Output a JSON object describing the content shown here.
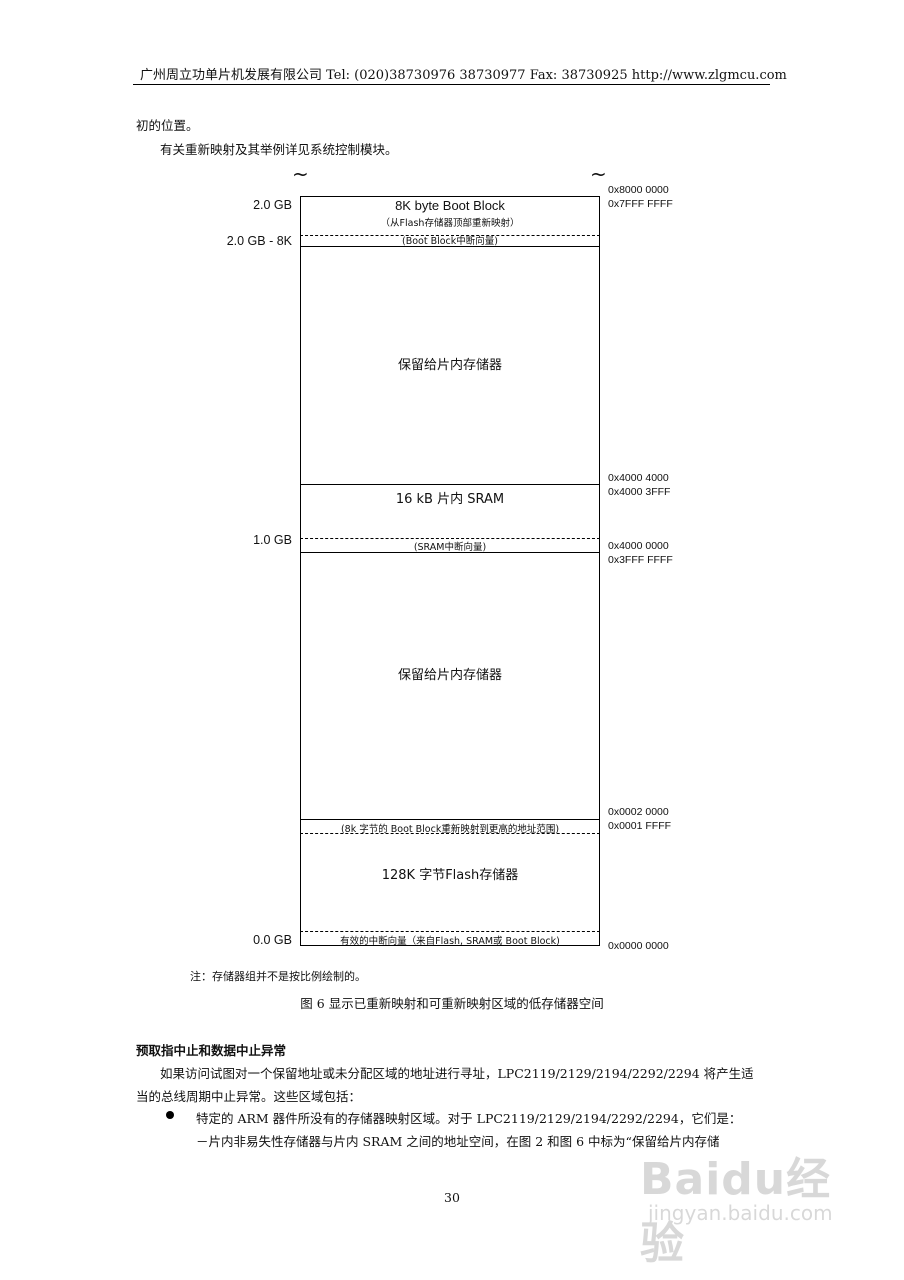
{
  "header": {
    "text": "广州周立功单片机发展有限公司  Tel: (020)38730976    38730977    Fax: 38730925    http://www.zlgmcu.com"
  },
  "intro": {
    "line1": "初的位置。",
    "line2": "有关重新映射及其举例详见系统控制模块。"
  },
  "diagram": {
    "left_labels": {
      "gb2": "2.0 GB",
      "gb2_8k": "2.0 GB - 8K",
      "gb1": "1.0 GB",
      "gb0": "0.0 GB"
    },
    "addresses": {
      "a1": "0x8000 0000",
      "a2": "0x7FFF FFFF",
      "a3": "0x4000 4000",
      "a4": "0x4000 3FFF",
      "a5": "0x4000 0000",
      "a6": "0x3FFF FFFF",
      "a7": "0x0002 0000",
      "a8": "0x0001 FFFF",
      "a9": "0x0000 0000"
    },
    "regions": {
      "boot_block": "8K byte Boot Block",
      "boot_remap": "（从Flash存储器顶部重新映射）",
      "boot_vectors": "(Boot Block中断向量)",
      "reserved1": "保留给片内存储器",
      "sram": "16 kB 片内 SRAM",
      "sram_vectors": "(SRAM中断向量)",
      "reserved2": "保留给片内存储器",
      "boot_remapped_high": "(8k 字节的 Boot Block重新映射到更高的地址范围)",
      "flash": "128K 字节Flash存储器",
      "active_vectors": "有效的中断向量（来自Flash, SRAM或 Boot Block)"
    },
    "note": "注：存储器组并不是按比例绘制的。",
    "caption": "图 6    显示已重新映射和可重新映射区域的低存储器空间"
  },
  "section": {
    "heading": "预取指中止和数据中止异常",
    "para1_line1": "如果访问试图对一个保留地址或未分配区域的地址进行寻址，LPC2119/2129/2194/2292/2294 将产生适",
    "para1_line2": "当的总线周期中止异常。这些区域包括：",
    "bullet1": "特定的 ARM 器件所没有的存储器映射区域。对于 LPC2119/2129/2194/2292/2294，它们是：",
    "sub1": "－片内非易失性存储器与片内 SRAM 之间的地址空间，在图 2 和图 6 中标为“保留给片内存储"
  },
  "page_number": "30",
  "watermark": {
    "brand": "Baidu经验",
    "url": "jingyan.baidu.com"
  }
}
